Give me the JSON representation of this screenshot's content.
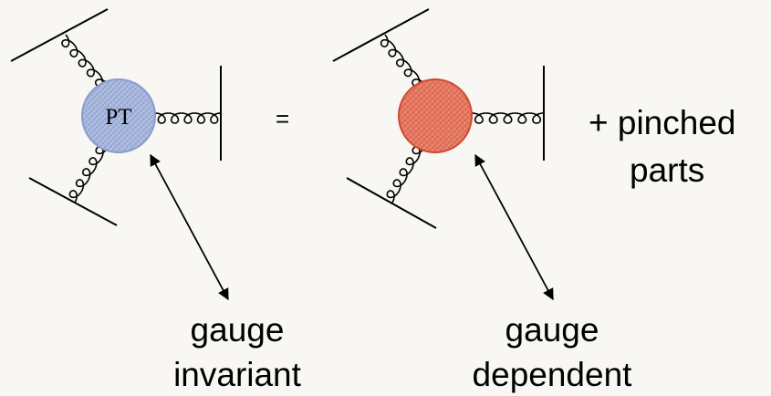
{
  "left_blob": {
    "label": "PT",
    "fill": "#a9b8dc",
    "stroke": "#8a9ccf"
  },
  "right_blob": {
    "label": "",
    "fill": "#e8806a",
    "stroke": "#cf4a32"
  },
  "equals": "=",
  "plus_text": {
    "line1": "+ pinched",
    "line2": "parts"
  },
  "left_caption": {
    "line1": "gauge",
    "line2": "invariant"
  },
  "right_caption": {
    "line1": "gauge",
    "line2": "dependent"
  },
  "colors": {
    "background": "#f9f7f3",
    "ink": "#000000"
  }
}
